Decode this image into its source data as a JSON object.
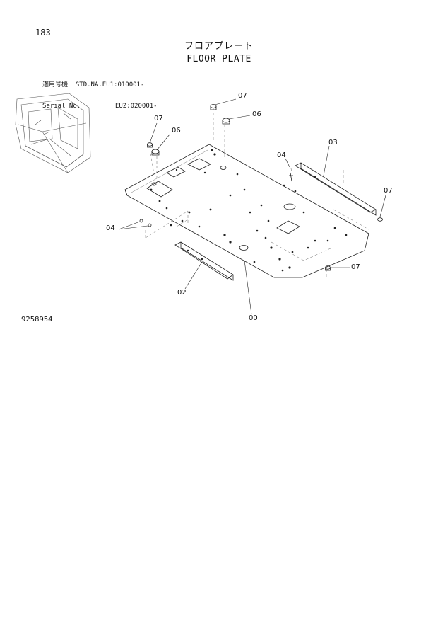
{
  "page": {
    "page_number": "183",
    "title_jp": "フロアプレート",
    "title_en": "FLOOR PLATE",
    "serial_block": {
      "label_jp": "適用号機",
      "label_en": "Serial No.",
      "std_line": "STD.NA.EU1:010001-",
      "eu2_line": "EU2:020001-"
    },
    "doc_number": "9258954"
  },
  "callouts": {
    "c07a": "07",
    "c06a": "06",
    "c07b": "07",
    "c06b": "06",
    "c04a": "04",
    "c03": "03",
    "c07c": "07",
    "c04b": "04",
    "c07d": "07",
    "c02": "02",
    "c00": "00"
  }
}
